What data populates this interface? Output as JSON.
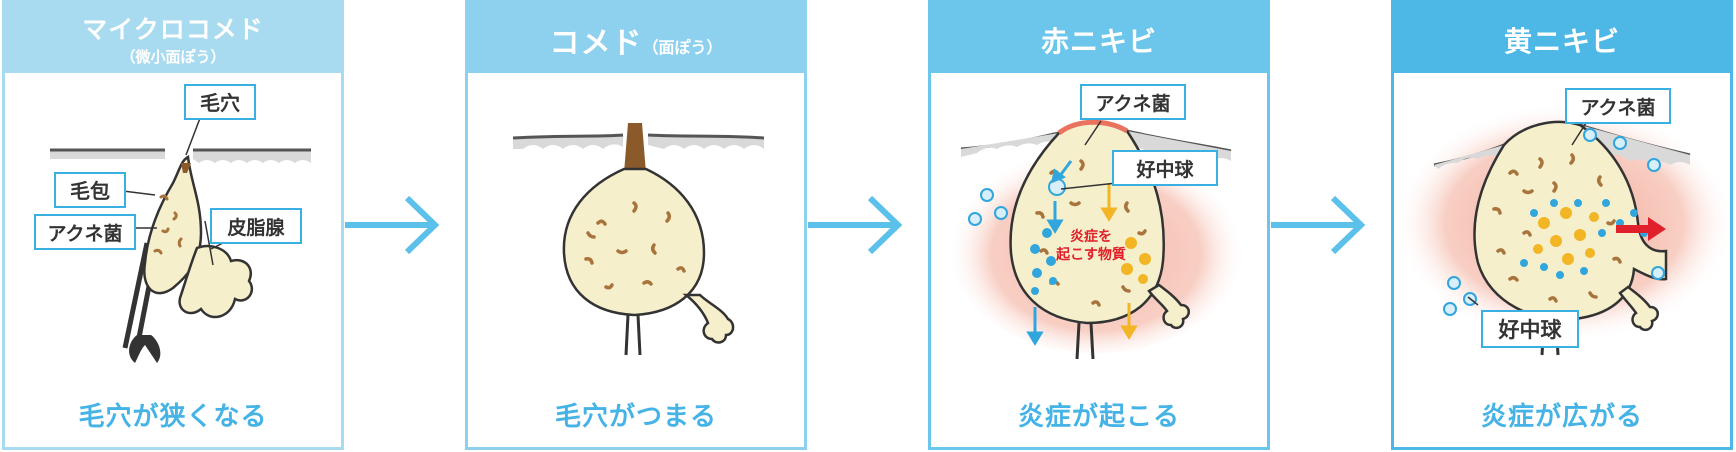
{
  "colors": {
    "stage1": "#a8dbf0",
    "stage2": "#8ed1ee",
    "stage3": "#6cc5ea",
    "stage4": "#4db8e6",
    "arrow": "#5bc0ea",
    "caption": "#45b3e6",
    "label_border": "#3ab0e2",
    "inflamed_text": "#e0202a"
  },
  "icons": [
    "right-arrow-icon",
    "right-arrow-icon",
    "right-arrow-icon"
  ],
  "stages": [
    {
      "title": "マイクロコメド",
      "subtitle": "（微小面ぽう）",
      "caption": "毛穴が狭くなる",
      "labels": [
        "毛穴",
        "毛包",
        "アクネ菌",
        "皮脂腺"
      ]
    },
    {
      "title": "コメド",
      "subtitle": "（面ぽう）",
      "caption": "毛穴がつまる",
      "labels": []
    },
    {
      "title": "赤ニキビ",
      "subtitle": "",
      "caption": "炎症が起こる",
      "labels": [
        "アクネ菌",
        "好中球"
      ],
      "inflammation_label_1": "炎症を",
      "inflammation_label_2": "起こす物質"
    },
    {
      "title": "黄ニキビ",
      "subtitle": "",
      "caption": "炎症が広がる",
      "labels": [
        "アクネ菌",
        "好中球"
      ]
    }
  ]
}
